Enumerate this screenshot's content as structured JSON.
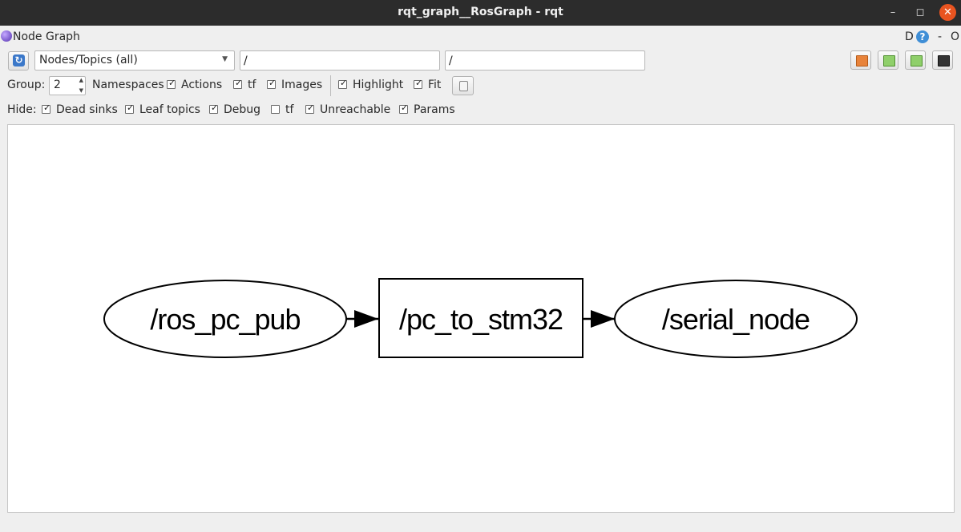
{
  "window": {
    "title": "rqt_graph__RosGraph - rqt"
  },
  "plugin": {
    "title": "Node Graph",
    "d_label": "D",
    "help_label": "?",
    "dash_label": "-",
    "o_label": "O"
  },
  "toolbar": {
    "mode_selected": "Nodes/Topics (all)",
    "node_filter": "/",
    "topic_filter": "/"
  },
  "options": {
    "group_label": "Group:",
    "group_value": "2",
    "namespaces_label": "Namespaces",
    "actions_label": "Actions",
    "tf_label": "tf",
    "images_label": "Images",
    "highlight_label": "Highlight",
    "fit_label": "Fit"
  },
  "hide": {
    "label": "Hide:",
    "dead_sinks_label": "Dead sinks",
    "leaf_topics_label": "Leaf topics",
    "debug_label": "Debug",
    "tf_label": "tf",
    "unreachable_label": "Unreachable",
    "params_label": "Params"
  },
  "graph": {
    "nodes": [
      {
        "id": "ros_pc_pub",
        "label": "/ros_pc_pub",
        "shape": "ellipse"
      },
      {
        "id": "pc_to_stm32",
        "label": "/pc_to_stm32",
        "shape": "box"
      },
      {
        "id": "serial_node",
        "label": "/serial_node",
        "shape": "ellipse"
      }
    ],
    "edges": [
      {
        "from": "ros_pc_pub",
        "to": "pc_to_stm32"
      },
      {
        "from": "pc_to_stm32",
        "to": "serial_node"
      }
    ]
  },
  "colors": {
    "titlebar": "#2c2c2c",
    "close": "#e95420",
    "help": "#3f8ed6",
    "background": "#efefef"
  }
}
